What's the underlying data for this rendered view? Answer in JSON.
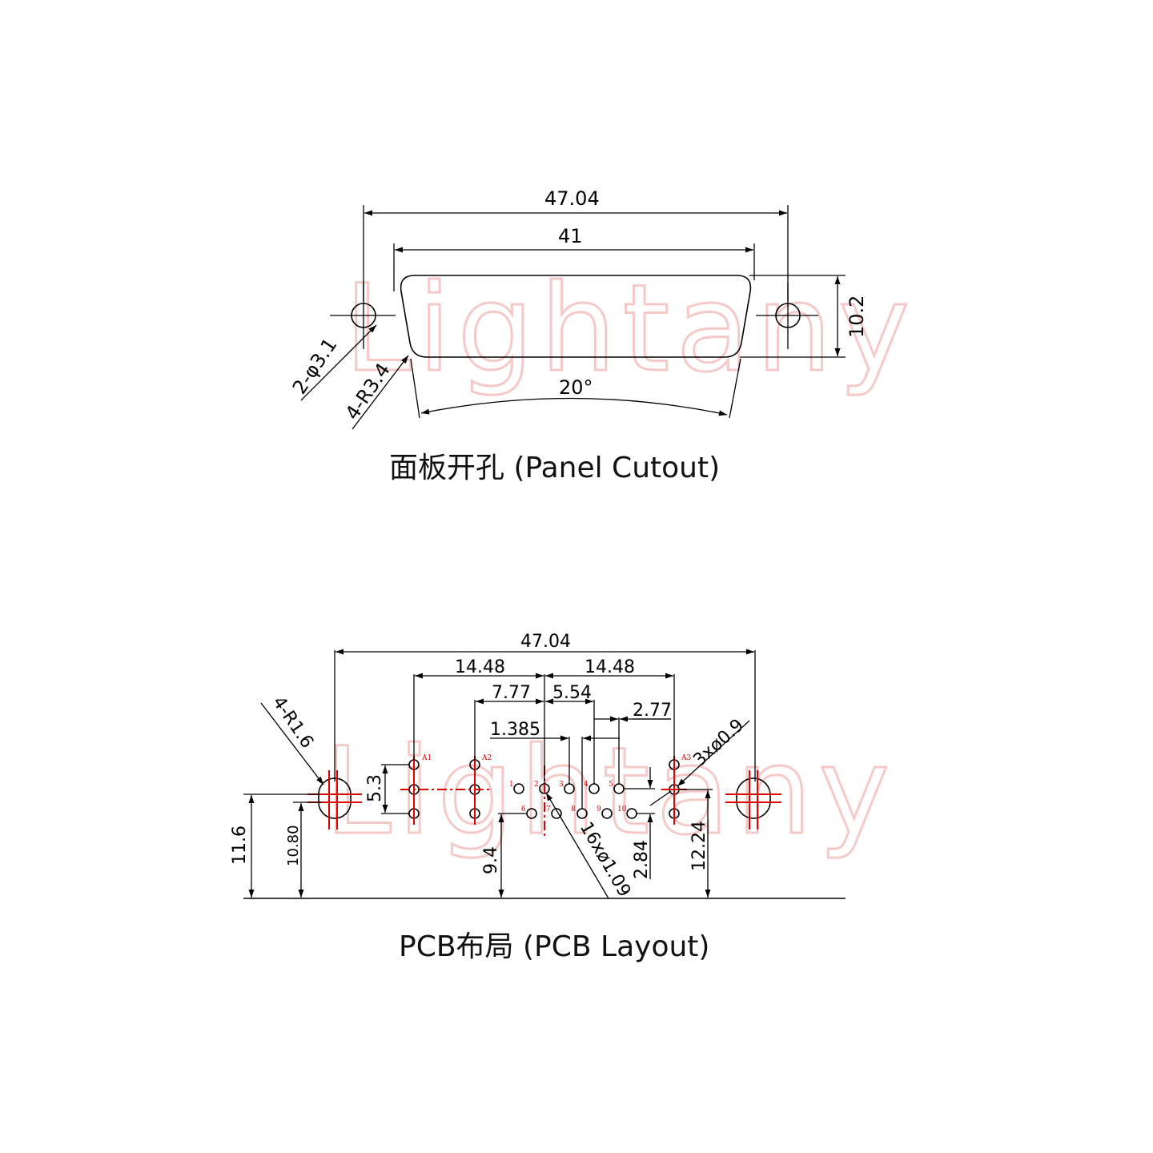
{
  "watermark": "Lightany",
  "panel": {
    "caption": "面板开孔 (Panel Cutout)",
    "dims": {
      "overall": "47.04",
      "body": "41",
      "height": "10.2",
      "holes": "2-φ3.1",
      "corner_radius": "4-R3.4",
      "angle": "20°"
    }
  },
  "pcb": {
    "caption": "PCB布局 (PCB Layout)",
    "dims": {
      "overall": "47.04",
      "left_half": "14.48",
      "right_half": "14.48",
      "d777": "7.77",
      "d554": "5.54",
      "d277": "2.77",
      "d1385": "1.385",
      "d53": "5.3",
      "corner_radius": "4-R1.6",
      "signal_holes": "16xø1.09",
      "power_holes": "3xø0.9",
      "h116": "11.6",
      "h1080": "10.80",
      "h94": "9.4",
      "h284": "2.84",
      "h1224": "12.24"
    },
    "pin_labels": [
      "A1",
      "A2",
      "A3",
      "1",
      "2",
      "3",
      "4",
      "5",
      "6",
      "7",
      "8",
      "9",
      "10"
    ]
  }
}
